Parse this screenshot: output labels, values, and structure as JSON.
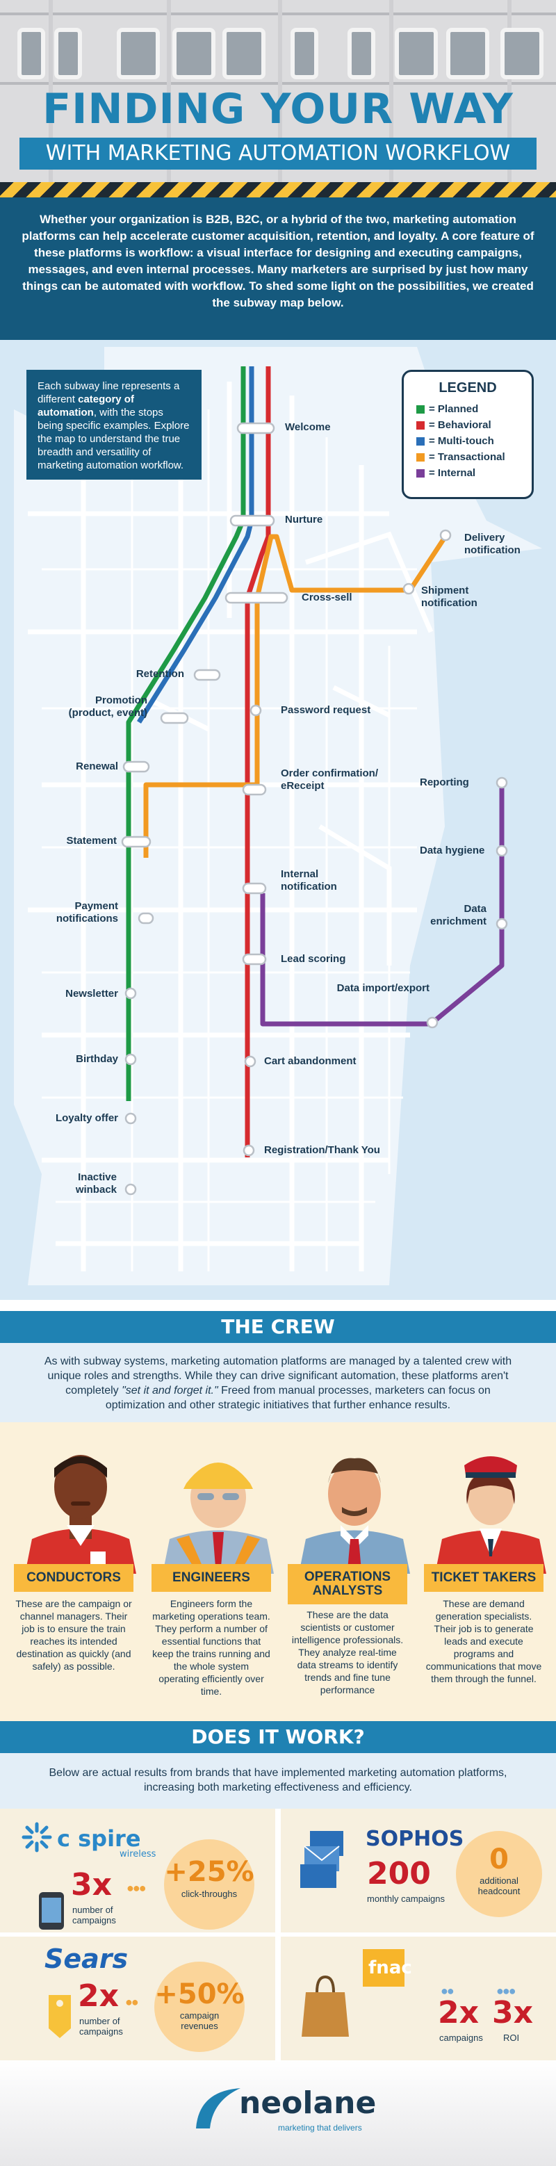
{
  "header": {
    "title": "FINDING YOUR WAY",
    "subtitle": "WITH MARKETING AUTOMATION WORKFLOW"
  },
  "intro": "Whether your organization is B2B, B2C, or a hybrid of the two, marketing automation platforms can help accelerate customer acquisition, retention, and loyalty.  A core feature of these platforms is workflow: a visual interface for designing and executing campaigns, messages, and even internal processes.  Many marketers are surprised by just how many things can be automated with workflow.  To shed some light on the possibilities, we created the subway map below.",
  "map": {
    "info": {
      "pre": "Each subway line represents a different ",
      "bold1": "category of automation",
      "mid": ", with the stops being specific examples. Explore the map to understand the true breadth and versatility of marketing automation workflow."
    },
    "legend": {
      "title": "LEGEND",
      "items": [
        {
          "label": "= Planned",
          "color": "#1e9a46"
        },
        {
          "label": "= Behavioral",
          "color": "#d62b2f"
        },
        {
          "label": "= Multi-touch",
          "color": "#2a6fb8"
        },
        {
          "label": "= Transactional",
          "color": "#f29a22"
        },
        {
          "label": "= Internal",
          "color": "#7a3f99"
        }
      ]
    },
    "stations": {
      "welcome": "Welcome",
      "nurture": "Nurture",
      "delivery": "Delivery notification",
      "shipment": "Shipment notification",
      "crosssell": "Cross-sell",
      "retention": "Retention",
      "promotion": "Promotion (product, event)",
      "password": "Password request",
      "renewal": "Renewal",
      "order": "Order confirmation/ eReceipt",
      "reporting": "Reporting",
      "statement": "Statement",
      "hygiene": "Data hygiene",
      "internal": "Internal notification",
      "payment": "Payment notifications",
      "enrichment": "Data enrichment",
      "scoring": "Lead scoring",
      "newsletter": "Newsletter",
      "import": "Data import/export",
      "birthday": "Birthday",
      "cart": "Cart abandonment",
      "loyalty": "Loyalty offer",
      "registration": "Registration/Thank You",
      "winback": "Inactive winback"
    }
  },
  "crew": {
    "heading": "THE CREW",
    "intro_pre": "As with subway systems, marketing automation platforms are managed by a talented crew with unique roles and strengths.  While they can drive significant automation, these platforms aren't completely ",
    "intro_em": "\"set it and forget it.\"",
    "intro_post": "  Freed from manual processes, marketers can focus on optimization and other strategic initiatives that further enhance results.",
    "roles": [
      {
        "title": "CONDUCTORS",
        "desc": "These are the campaign or channel managers. Their job is to ensure the train reaches its intended destination as quickly (and safely) as possible."
      },
      {
        "title": "ENGINEERS",
        "desc": "Engineers form the marketing operations team. They perform a number of essential functions that keep the trains running and the whole system operating efficiently over time."
      },
      {
        "title": "OPERATIONS ANALYSTS",
        "desc": "These are the data scientists or customer intelligence professionals. They analyze real-time data streams to identify trends and fine tune performance"
      },
      {
        "title": "TICKET TAKERS",
        "desc": "These are demand generation specialists. Their job is to generate leads and execute programs and communications that move them through the funnel."
      }
    ]
  },
  "results": {
    "heading": "DOES IT WORK?",
    "intro": "Below are actual results from brands that have implemented marketing automation platforms, increasing both marketing effectiveness and efficiency.",
    "cspire": {
      "brand": "c spire",
      "brand_sub": "wireless",
      "n1": "3x",
      "l1": "number of campaigns",
      "n2": "+25%",
      "l2": "click-throughs"
    },
    "sophos": {
      "brand": "SOPHOS",
      "n1": "200",
      "l1": "monthly campaigns",
      "n2": "0",
      "l2": "additional headcount"
    },
    "sears": {
      "brand": "Sears",
      "n1": "2x",
      "l1": "number of campaigns",
      "n2": "+50%",
      "l2": "campaign revenues"
    },
    "fnac": {
      "brand": "fnac",
      "n1": "2x",
      "l1": "campaigns",
      "n2": "3x",
      "l2": "ROI"
    }
  },
  "footer": {
    "brand": "neolane",
    "tagline": "marketing that delivers"
  }
}
